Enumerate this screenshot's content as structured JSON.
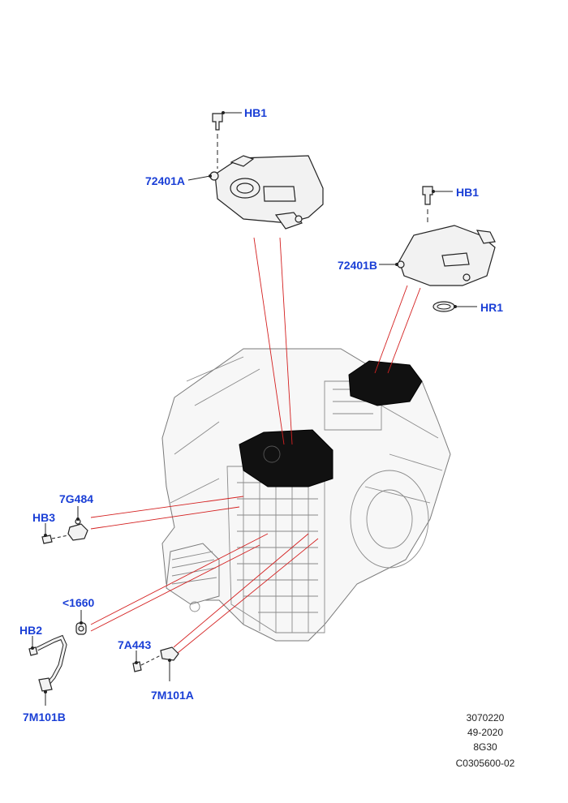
{
  "callouts": {
    "hb1_top": "HB1",
    "module_a": "72401A",
    "hb1_right": "HB1",
    "module_b": "72401B",
    "hr1": "HR1",
    "sensor_7g484": "7G484",
    "hb3": "HB3",
    "plug_1660": "<1660",
    "hb2": "HB2",
    "sensor_7a443": "7A443",
    "harness_7m101a": "7M101A",
    "harness_7m101b": "7M101B"
  },
  "footer": {
    "line1": "3070220",
    "line2": "49-2020",
    "line3": "8G30",
    "line4": "C0305600-02"
  },
  "colors": {
    "callout_text": "#1a3fd6",
    "reference_lines": "#d42020",
    "outline": "#222222"
  }
}
